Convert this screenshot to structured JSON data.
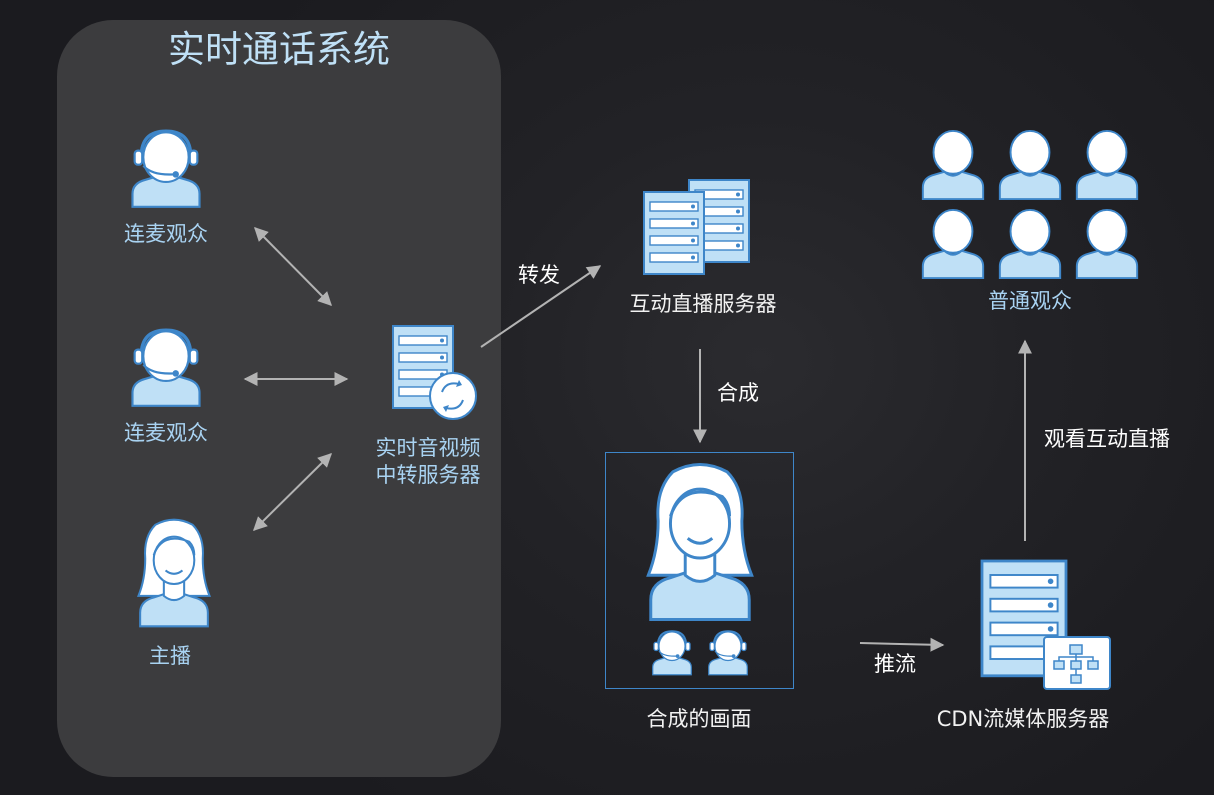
{
  "system": {
    "title": "实时通话系统"
  },
  "nodes": {
    "guest1": {
      "label": "连麦观众"
    },
    "guest2": {
      "label": "连麦观众"
    },
    "host": {
      "label": "主播"
    },
    "relay": {
      "label_line1": "实时音视频",
      "label_line2": "中转服务器"
    },
    "live_server": {
      "label": "互动直播服务器"
    },
    "composite": {
      "label": "合成的画面"
    },
    "cdn": {
      "label": "CDN流媒体服务器"
    },
    "audience": {
      "label": "普通观众"
    }
  },
  "edges": {
    "forward": "转发",
    "compose": "合成",
    "push": "推流",
    "watch": "观看互动直播"
  },
  "colors": {
    "accent": "#3e86c9",
    "fill_light": "#bfe0f6",
    "background": "#1b1b1f",
    "panel": "#3c3c3e",
    "arrow": "#b3b3b3"
  }
}
